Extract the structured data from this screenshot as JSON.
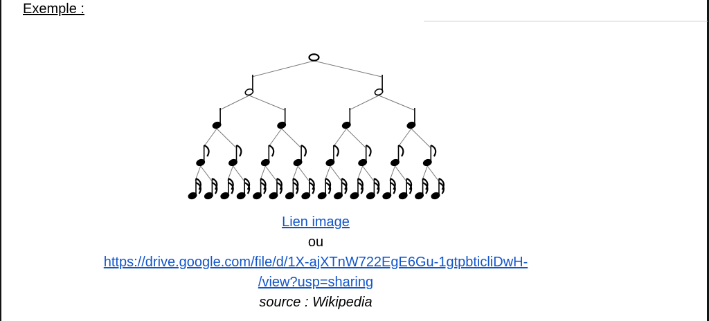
{
  "heading": "Exemple :",
  "content": {
    "image_link_label": "Lien image",
    "or_label": "ou",
    "drive_url_line1": "https://drive.google.com/file/d/1X-ajXTnW722EgE6Gu-1gtpbticliDwH-",
    "drive_url_line2": "/view?usp=sharing",
    "source_label": "source : Wikipedia"
  },
  "colors": {
    "link": "#1155cc",
    "text": "#000000",
    "tree_line": "#777777"
  },
  "diagram": {
    "name": "note-value-tree",
    "description": "Binary tree of musical note durations: one whole note dividing into two half notes, four quarter notes, eight eighth notes, sixteen sixteenth notes",
    "levels": [
      {
        "type": "whole",
        "count": 1
      },
      {
        "type": "half",
        "count": 2
      },
      {
        "type": "quarter",
        "count": 4
      },
      {
        "type": "eighth",
        "count": 8
      },
      {
        "type": "sixteenth",
        "count": 16
      }
    ]
  }
}
